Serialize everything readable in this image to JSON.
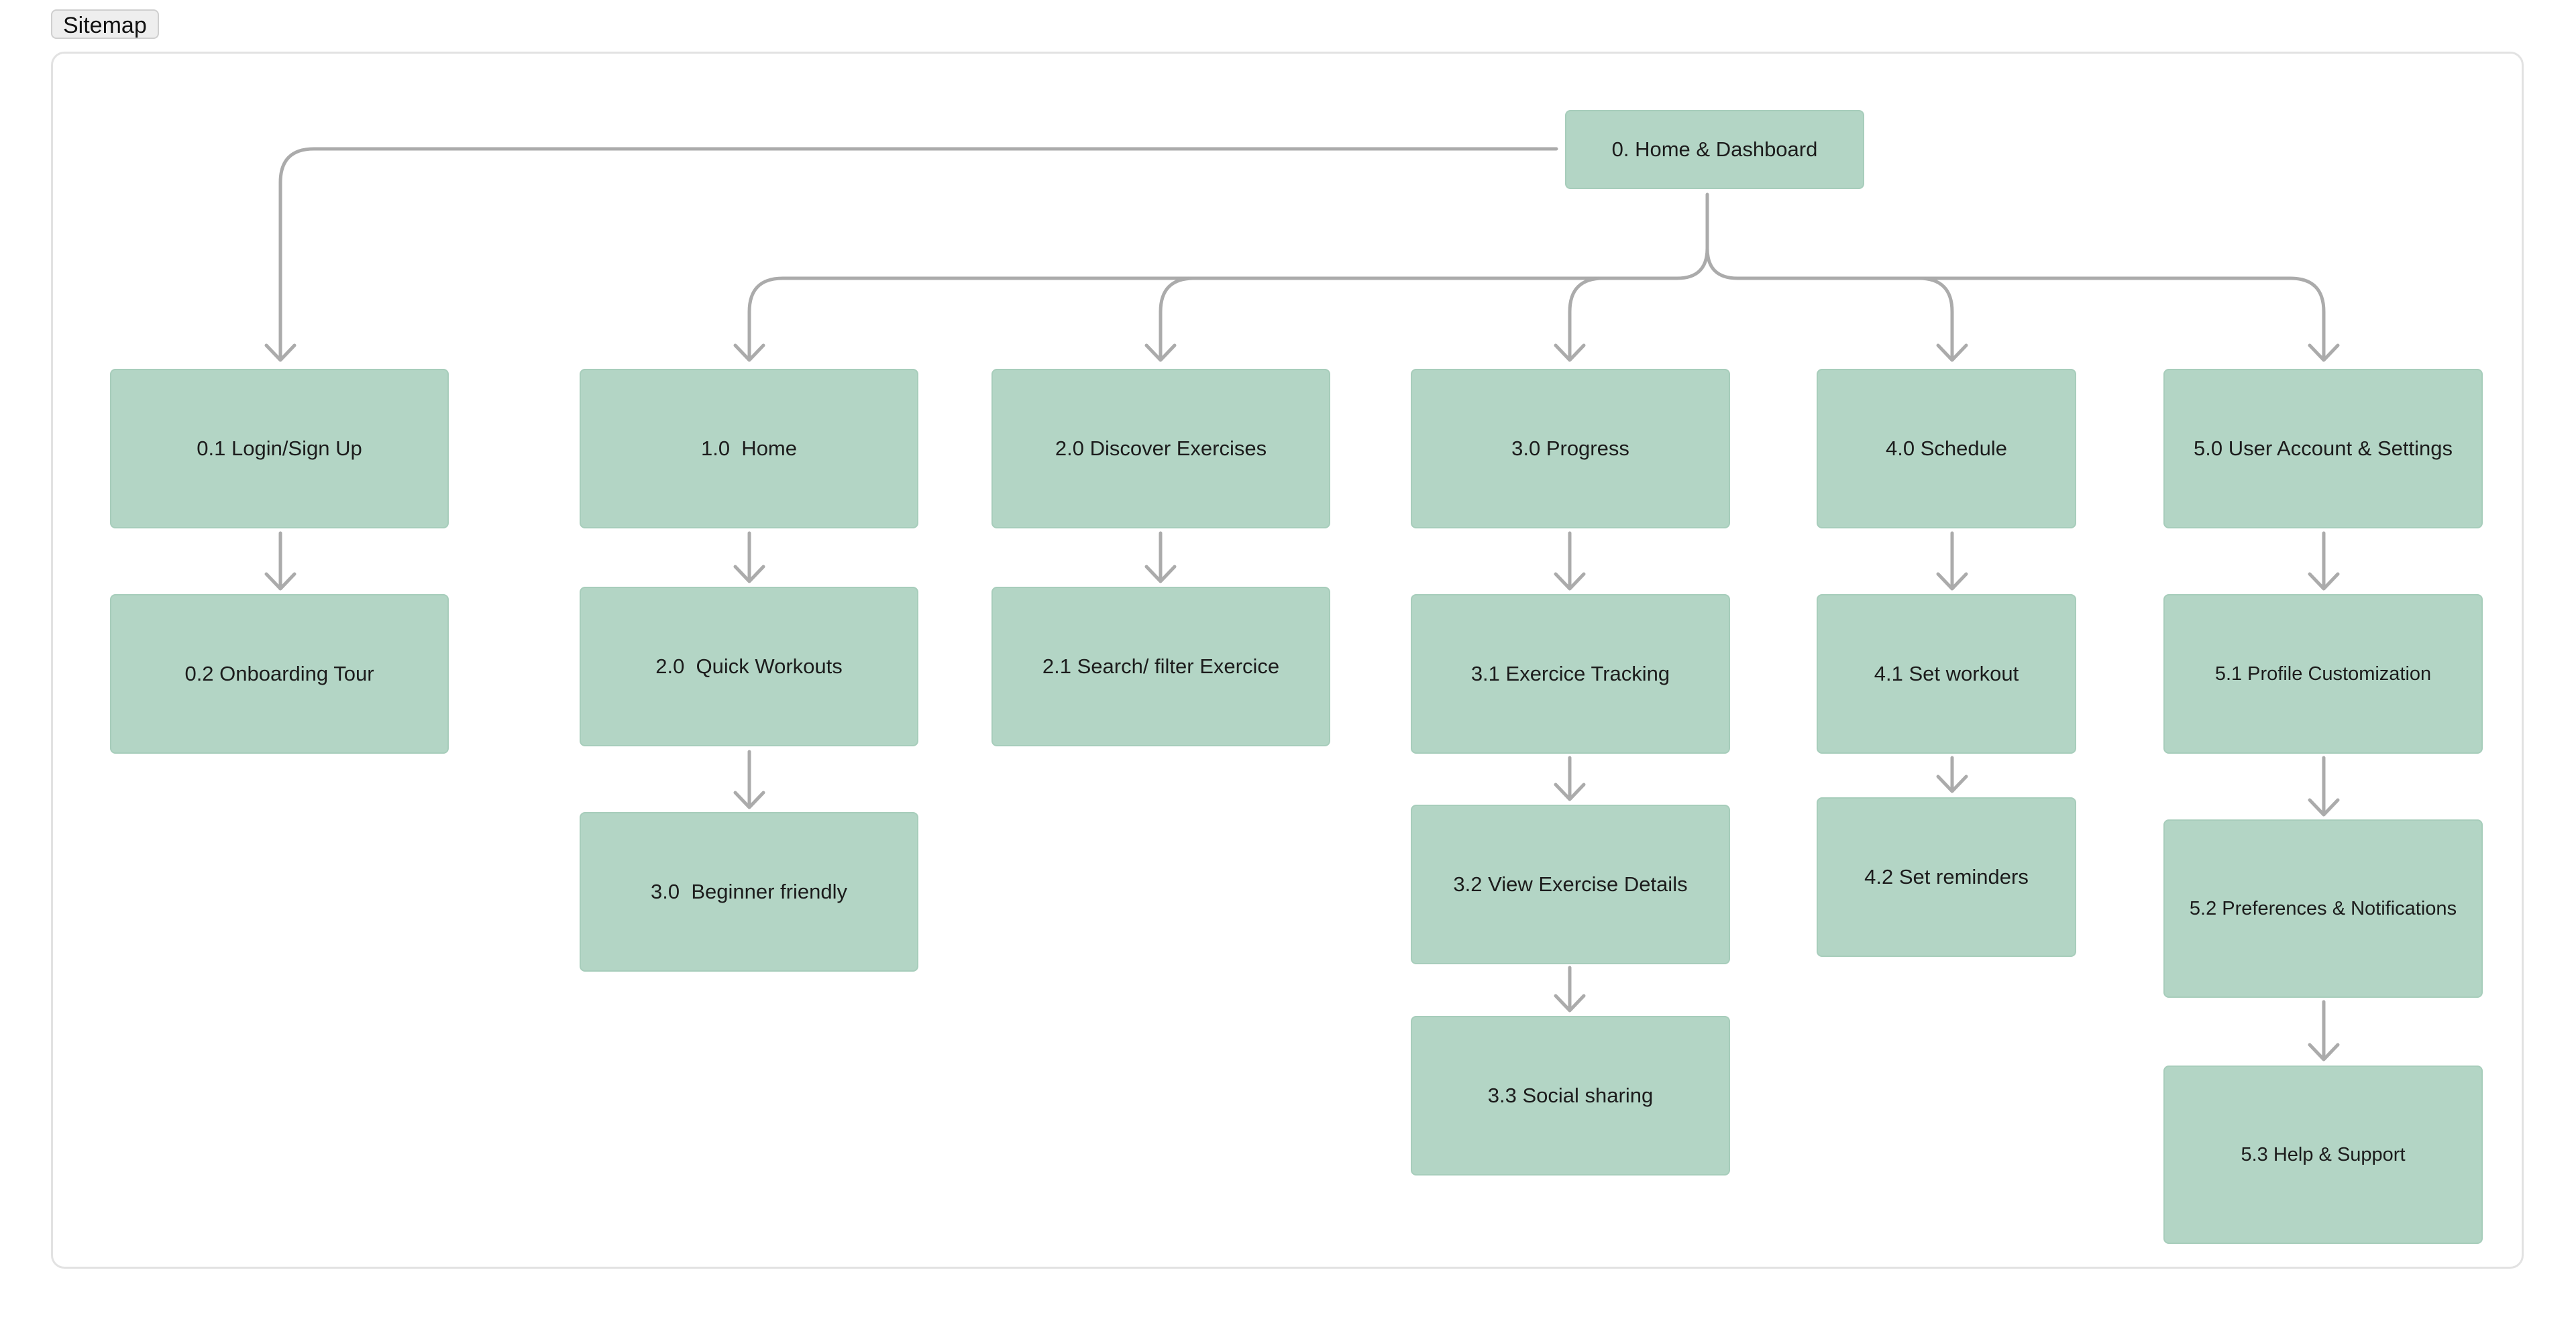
{
  "frame": {
    "label": "Sitemap"
  },
  "colors": {
    "node_fill": "#b3d5c5",
    "connector": "#ababab",
    "frame_border": "#e2e2e2"
  },
  "nodes": {
    "root": "0. Home & Dashboard",
    "login": "0.1 Login/Sign Up",
    "onboarding": "0.2 Onboarding Tour",
    "home": "1.0  Home",
    "quick_workouts": "2.0  Quick Workouts",
    "beginner": "3.0  Beginner friendly",
    "discover": "2.0 Discover Exercises",
    "search_filter": "2.1 Search/ filter Exercice",
    "progress": "3.0 Progress",
    "exercise_tracking": "3.1 Exercice Tracking",
    "view_details": "3.2 View Exercise Details",
    "social": "3.3 Social sharing",
    "schedule": "4.0 Schedule",
    "set_workout": "4.1 Set workout",
    "set_reminders": "4.2 Set reminders",
    "account": "5.0 User Account & Settings",
    "profile": "5.1 Profile Customization",
    "preferences": "5.2 Preferences & Notifications",
    "help": "5.3 Help & Support"
  }
}
